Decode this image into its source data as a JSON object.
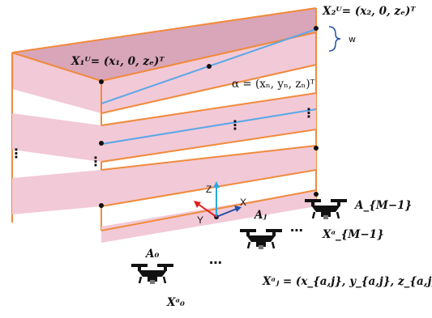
{
  "labels": {
    "x2u": "X₂ᵁ= (x₂, 0, zₑ)ᵀ",
    "x1u": "X₁ᵁ= (x₁, 0, zₑ)ᵀ",
    "alpha": "α = (xₙ, yₙ, zₙ)ᵀ",
    "width": "w",
    "axis_z": "Z",
    "axis_x": "X",
    "axis_y": "Y",
    "aj": "Aⱼ",
    "am1": "A_{M−1}",
    "xam1": "Xᵃ_{M−1}",
    "a0": "A₀",
    "xaj": "Xᵃⱼ = (x_{a,j}, y_{a,j}, z_{a,j})ᵀ",
    "xa0": "Xᵃ₀",
    "ellipsis": "⋮",
    "hdots": "⋯"
  },
  "colors": {
    "slab_fill": "#f2c9d6",
    "slab_top": "#d9a5b8",
    "slab_edge": "#f08a3c",
    "blue_line": "#5aa7e8",
    "axis_z": "#2aa7e0",
    "axis_x": "#1f4fa8",
    "axis_y": "#e02020"
  },
  "icons": [
    "drone-icon"
  ]
}
